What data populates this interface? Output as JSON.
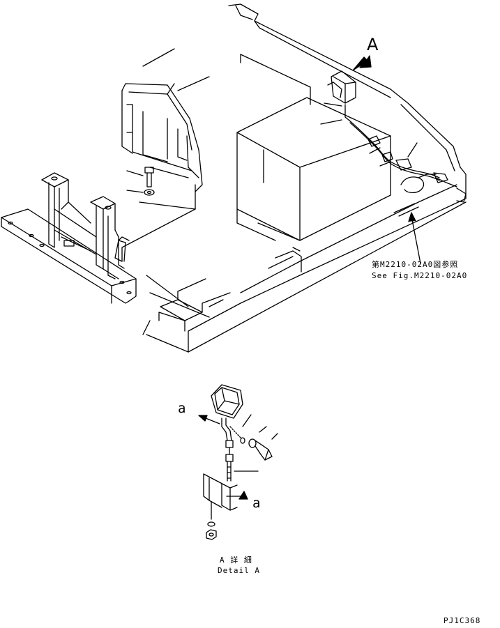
{
  "labels": {
    "view_marker": "A",
    "ref_jp": "第M2210-02A0図参照",
    "ref_en": "See Fig.M2210-02A0",
    "detail_arrow_top": "a",
    "detail_arrow_side": "a",
    "detail_jp": "A 詳 細",
    "detail_en": "Detail A",
    "drawing_code": "PJ1C368"
  },
  "colors": {
    "ink": "#000000",
    "paper": "#ffffff"
  }
}
